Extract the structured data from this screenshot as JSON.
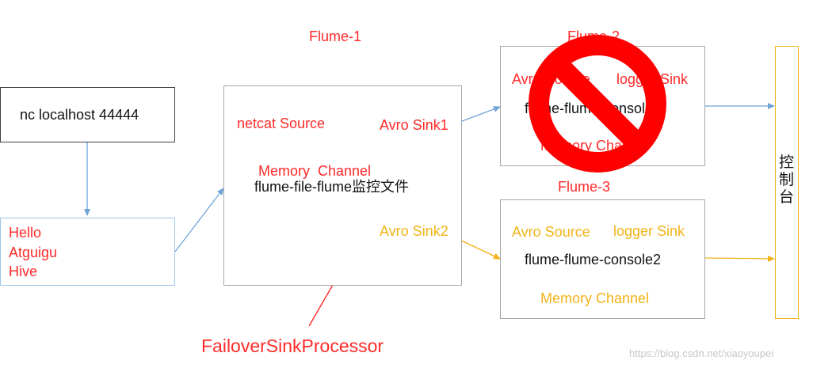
{
  "flume1": {
    "title": "Flume-1",
    "netcat_source": "netcat Source",
    "avro_sink1": "Avro Sink1",
    "memory_channel": "Memory  Channel",
    "agent_label": "flume-file-flume监控文件",
    "avro_sink2": "Avro Sink2"
  },
  "nc_box": {
    "command": "nc localhost 44444"
  },
  "input_box": {
    "lines": [
      "Hello",
      "Atguigu",
      "Hive"
    ]
  },
  "flume2": {
    "title": "Flume-2",
    "avro_source": "Avro Source",
    "logger_sink": "logger Sink",
    "agent_label": "flume-flume-console1",
    "memory_channel": "Memory Channel"
  },
  "flume3": {
    "title": "Flume-3",
    "avro_source": "Avro Source",
    "logger_sink": "logger Sink",
    "agent_label": "flume-flume-console2",
    "memory_channel": "Memory Channel"
  },
  "console": {
    "chars": [
      "控",
      "制",
      "台"
    ]
  },
  "processor_label": "FailoverSinkProcessor",
  "watermark": "https://blog.csdn.net/xiaoyoupei",
  "colors": {
    "red": "#ff2a2a",
    "gold": "#f2b318",
    "blue_line": "#6fa3d8",
    "border": "#a6a6a6",
    "prohibition": "#ff0000"
  }
}
